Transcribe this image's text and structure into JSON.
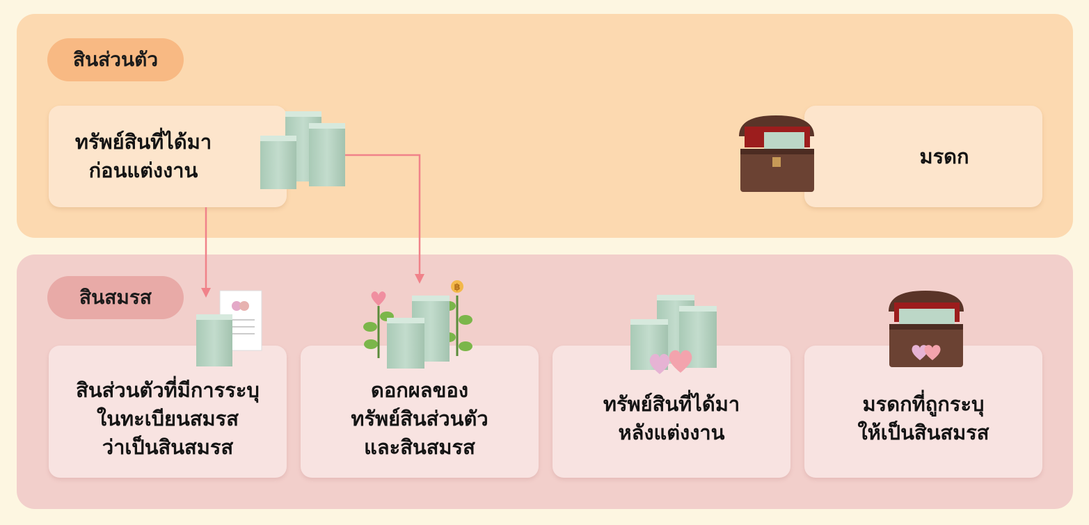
{
  "sections": {
    "personal": {
      "title": "สินส่วนตัว",
      "cards": {
        "before_marriage": "ทรัพย์สินที่ได้มา\nก่อนแต่งงาน",
        "inheritance": "มรดก"
      }
    },
    "marital": {
      "title": "สินสมรส",
      "cards": {
        "registered": "สินส่วนตัวที่มีการระบุ\nในทะเบียนสมรส\nว่าเป็นสินสมรส",
        "fruits": "ดอกผลของ\nทรัพย์สินส่วนตัว\nและสินสมรส",
        "after_marriage": "ทรัพย์สินที่ได้มา\nหลังแต่งงาน",
        "designated_inheritance": "มรดกที่ถูกระบุ\nให้เป็นสินสมรส"
      }
    }
  },
  "icons": [
    "money-stack-icon",
    "treasure-chest-icon",
    "document-icon",
    "money-plant-icon",
    "heart-icon",
    "baht-coin-icon"
  ],
  "colors": {
    "personal_bg": "#fcd9b0",
    "marital_bg": "#f2cfcb",
    "arrow": "#f0828a",
    "money": "#b5d3c2"
  }
}
